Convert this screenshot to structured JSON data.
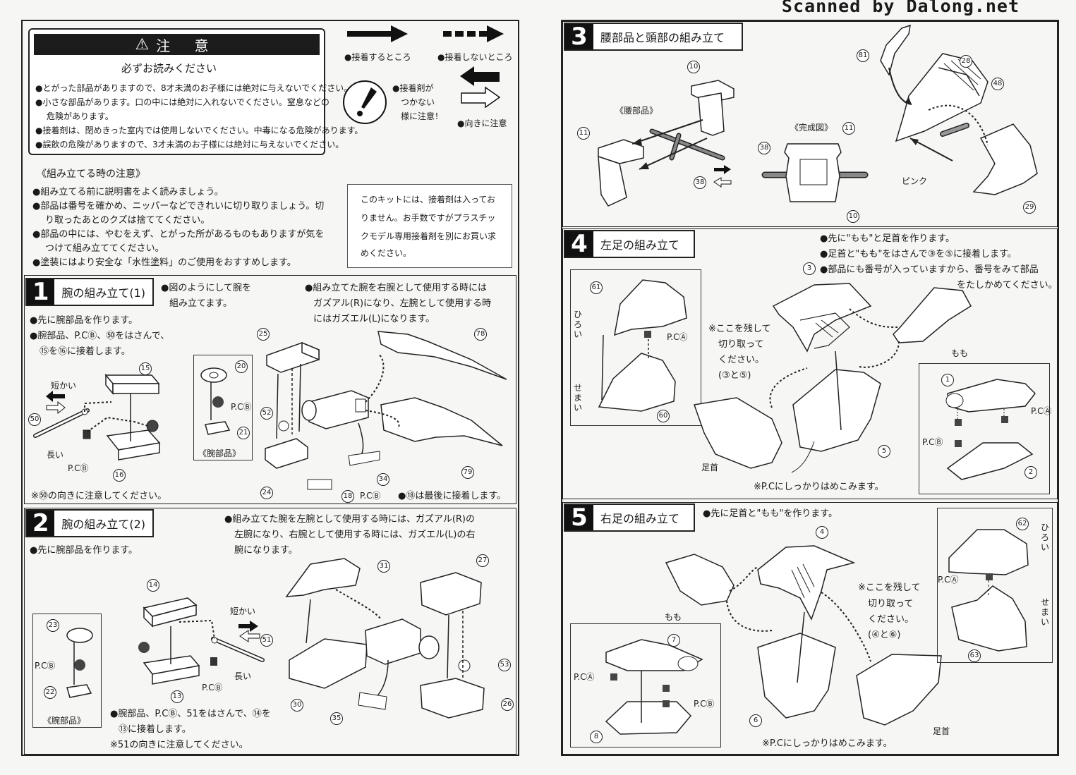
{
  "watermark": "Scanned by Dalong.net",
  "caution": {
    "title": "注 意",
    "subtitle": "必ずお読みください",
    "items": [
      "●とがった部品がありますので、8才未満のお子様には絶対に与えないでください。",
      "●小さな部品があります。口の中には絶対に入れないでください。窒息などの",
      "危険があります。",
      "●接着剤は、閉めきった室内では使用しないでください。中毒になる危険があります。",
      "●誤飲の危険がありますので、3才未満のお子様には絶対に与えないでください。"
    ]
  },
  "legend": {
    "glue": "●接着するところ",
    "no_glue": "●接着しないところ",
    "glue_warning": [
      "●接着剤が",
      "つかない",
      "様に注意！"
    ],
    "direction": "●向きに注意"
  },
  "assembly_notes": {
    "title": "《組み立てる時の注意》",
    "items": [
      "●組み立てる前に説明書をよく読みましょう。",
      "●部品は番号を確かめ、ニッパーなどできれいに切り取りましょう。切",
      "り取ったあとのクズは捨ててください。",
      "●部品の中には、やむをえず、とがった所があるものもありますが気を",
      "つけて組み立ててください。",
      "●塗装にはより安全な「水性塗料」のご使用をおすすめします。"
    ]
  },
  "kit_note": [
    "このキットには、接着剤は入ってお",
    "りません。お手数ですがプラスチッ",
    "クモデル専用接着剤を別にお買い求",
    "めください。"
  ],
  "step1": {
    "num": "1",
    "title": "腕の組み立て(1)",
    "note_a": [
      "●図のようにして腕を",
      "組み立てます。"
    ],
    "note_b": [
      "●組み立てた腕を右腕として使用する時には",
      "ガズアル(R)になり、左腕として使用する時",
      "にはガズエル(L)になります。"
    ],
    "intro": [
      "●先に腕部品を作ります。",
      "●腕部品、P.CⒷ、㊿をはさんで、",
      "⑮を⑯に接着します。"
    ],
    "label_short": "短かい",
    "label_long": "長い",
    "label_pc": "P.CⒷ",
    "inset_title": "《腕部品》",
    "footnote": "※㊿の向きに注意してください。",
    "footnote_right": "●⑱は最後に接着します。",
    "parts": [
      "15",
      "50",
      "16",
      "20",
      "21",
      "25",
      "52",
      "24",
      "18",
      "34",
      "78",
      "79"
    ]
  },
  "step2": {
    "num": "2",
    "title": "腕の組み立て(2)",
    "note": [
      "●組み立てた腕を左腕として使用する時には、ガズアル(R)の",
      "左腕になり、右腕として使用する時には、ガズエル(L)の右",
      "腕になります。"
    ],
    "intro": "●先に腕部品を作ります。",
    "label_short": "短かい",
    "label_long": "長い",
    "label_pc": "P.CⒷ",
    "inset_title": "《腕部品》",
    "bottom": [
      "●腕部品、P.CⒷ、51をはさんで、⑭を",
      "⑬に接着します。",
      "※51の向きに注意してください。"
    ],
    "parts": [
      "14",
      "23",
      "22",
      "13",
      "51",
      "30",
      "31",
      "35",
      "27",
      "26",
      "53"
    ]
  },
  "step3": {
    "num": "3",
    "title": "腰部品と頭部の組み立て",
    "label_waist": "《腰部品》",
    "label_complete": "《完成図》",
    "label_pink": "ピンク",
    "parts": [
      "10",
      "11",
      "38",
      "81",
      "28",
      "48",
      "29"
    ]
  },
  "step4": {
    "num": "4",
    "title": "左足の組み立て",
    "notes": [
      "●先に\"もも\"と足首を作ります。",
      "●足首と\"もも\"をはさんで③を⑤に接着します。",
      "●部品にも番号が入っていますから、番号をみて部品",
      "をたしかめてください。"
    ],
    "label_wide": "ひろい",
    "label_narrow": "せまい",
    "label_pca": "P.CⒶ",
    "keep_note": [
      "※ここを残して",
      "切り取って",
      "ください。",
      "(③と⑤)"
    ],
    "label_thigh": "もも",
    "label_ankle": "足首",
    "label_pcb": "P.CⒷ",
    "bottom": "※P.Cにしっかりはめこみます。",
    "parts": [
      "61",
      "60",
      "3",
      "5",
      "1",
      "2"
    ]
  },
  "step5": {
    "num": "5",
    "title": "右足の組み立て",
    "note": "●先に足首と\"もも\"を作ります。",
    "keep_note": [
      "※ここを残して",
      "切り取って",
      "ください。",
      "(④と⑥)"
    ],
    "label_wide": "ひろい",
    "label_narrow": "せまい",
    "label_pca": "P.CⒶ",
    "label_pcb": "P.CⒷ",
    "label_thigh": "もも",
    "label_ankle": "足首",
    "bottom": "※P.Cにしっかりはめこみます。",
    "parts": [
      "4",
      "62",
      "63",
      "7",
      "8",
      "6"
    ]
  }
}
